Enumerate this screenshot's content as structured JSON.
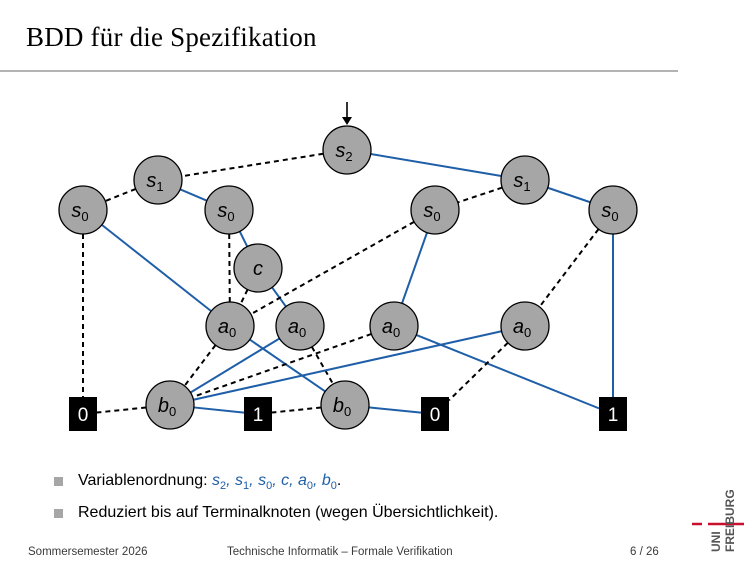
{
  "title": "BDD für die Spezifikation",
  "nodes": [
    {
      "id": "s2",
      "var": "s",
      "sub": "2"
    },
    {
      "id": "s1L",
      "var": "s",
      "sub": "1"
    },
    {
      "id": "s0LL",
      "var": "s",
      "sub": "0"
    },
    {
      "id": "s0LR",
      "var": "s",
      "sub": "0"
    },
    {
      "id": "c",
      "var": "c",
      "sub": ""
    },
    {
      "id": "a0_1",
      "var": "a",
      "sub": "0"
    },
    {
      "id": "a0_2",
      "var": "a",
      "sub": "0"
    },
    {
      "id": "b0_1",
      "var": "b",
      "sub": "0"
    },
    {
      "id": "b0_2",
      "var": "b",
      "sub": "0"
    },
    {
      "id": "s1R",
      "var": "s",
      "sub": "1"
    },
    {
      "id": "s0RL",
      "var": "s",
      "sub": "0"
    },
    {
      "id": "s0RR",
      "var": "s",
      "sub": "0"
    },
    {
      "id": "a0_3",
      "var": "a",
      "sub": "0"
    },
    {
      "id": "a0_4",
      "var": "a",
      "sub": "0"
    }
  ],
  "terminals": [
    {
      "id": "t0a",
      "label": "0"
    },
    {
      "id": "t1a",
      "label": "1"
    },
    {
      "id": "t0b",
      "label": "0"
    },
    {
      "id": "t1b",
      "label": "1"
    }
  ],
  "edges": [
    {
      "from": "s2",
      "to": "s1L",
      "kind": "low"
    },
    {
      "from": "s2",
      "to": "s1R",
      "kind": "high"
    },
    {
      "from": "s1L",
      "to": "s0LL",
      "kind": "low"
    },
    {
      "from": "s1L",
      "to": "s0LR",
      "kind": "high"
    },
    {
      "from": "s0LL",
      "to": "t0a",
      "kind": "low"
    },
    {
      "from": "s0LL",
      "to": "a0_1",
      "kind": "high"
    },
    {
      "from": "s0LR",
      "to": "a0_1",
      "kind": "low"
    },
    {
      "from": "s0LR",
      "to": "c",
      "kind": "high"
    },
    {
      "from": "c",
      "to": "a0_1",
      "kind": "low"
    },
    {
      "from": "c",
      "to": "a0_2",
      "kind": "high"
    },
    {
      "from": "a0_1",
      "to": "b0_1",
      "kind": "low"
    },
    {
      "from": "a0_1",
      "to": "b0_2",
      "kind": "high"
    },
    {
      "from": "a0_2",
      "to": "b0_1",
      "kind": "high"
    },
    {
      "from": "a0_2",
      "to": "b0_2",
      "kind": "low"
    },
    {
      "from": "b0_1",
      "to": "t0a",
      "kind": "low"
    },
    {
      "from": "b0_1",
      "to": "t1a",
      "kind": "high"
    },
    {
      "from": "b0_2",
      "to": "t1a",
      "kind": "low"
    },
    {
      "from": "b0_2",
      "to": "t0b",
      "kind": "high"
    },
    {
      "from": "s1R",
      "to": "s0RL",
      "kind": "low"
    },
    {
      "from": "s1R",
      "to": "s0RR",
      "kind": "high"
    },
    {
      "from": "s0RL",
      "to": "a0_1",
      "kind": "low"
    },
    {
      "from": "s0RL",
      "to": "a0_3",
      "kind": "high"
    },
    {
      "from": "s0RR",
      "to": "a0_4",
      "kind": "low"
    },
    {
      "from": "s0RR",
      "to": "t1b",
      "kind": "high"
    },
    {
      "from": "a0_3",
      "to": "b0_1",
      "kind": "low"
    },
    {
      "from": "a0_3",
      "to": "t1b",
      "kind": "high"
    },
    {
      "from": "a0_4",
      "to": "b0_1",
      "kind": "high"
    },
    {
      "from": "a0_4",
      "to": "t0b",
      "kind": "low"
    }
  ],
  "bullets": [
    {
      "prefix": "Variablenordnung: ",
      "order": "s2, s1, s0, c, a0, b0",
      "suffix": "."
    },
    {
      "text": "Reduziert bis auf Terminalknoten (wegen Übersichtlichkeit)."
    }
  ],
  "footer": {
    "semester": "Sommersemester 2026",
    "course": "Technische Informatik – Formale Verifikation",
    "page": "6 / 26"
  },
  "logo": {
    "line1": "UNI",
    "line2": "FREIBURG"
  },
  "colors": {
    "high_edge": "#1f5fa8",
    "low_edge": "#000000",
    "node_fill": "#a6a6a6",
    "terminal_fill": "#000000",
    "accent": "#c8102e"
  }
}
